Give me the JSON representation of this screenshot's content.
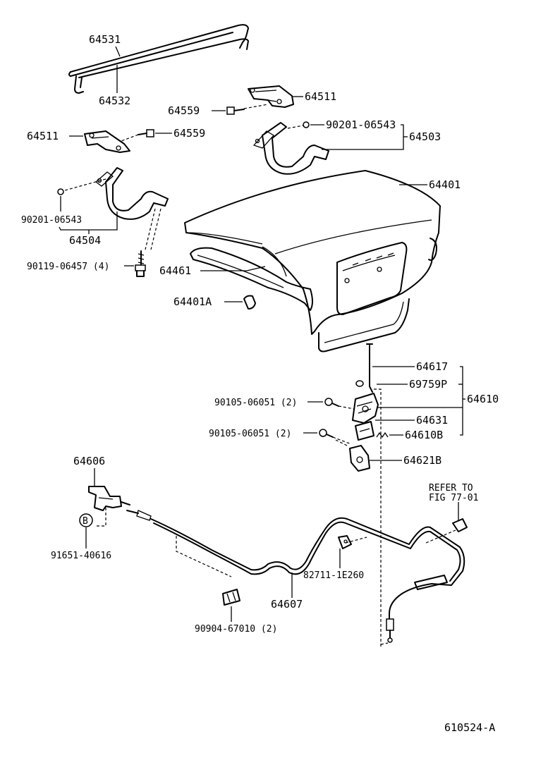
{
  "diagram": {
    "labels": {
      "p64531": "64531",
      "p64532": "64532",
      "p64511_right": "64511",
      "p64559_right": "64559",
      "p64511_left": "64511",
      "p64559_left": "64559",
      "p90201_right": "90201-06543",
      "p64503": "64503",
      "p64401": "64401",
      "p90201_left": "90201-06543",
      "p64504": "64504",
      "p90119": "90119-06457 (4)",
      "p64461": "64461",
      "p64401A": "64401A",
      "p64617": "64617",
      "p69759P": "69759P",
      "p64610": "64610",
      "p90105_top": "90105-06051 (2)",
      "p64631": "64631",
      "p90105_bottom": "90105-06051 (2)",
      "p64610B": "64610B",
      "p64621B": "64621B",
      "p64606": "64606",
      "refer_line1": "REFER TO",
      "refer_line2": "FIG 77-01",
      "p91651": "91651-40616",
      "p82711": "82711-1E260",
      "p64607": "64607",
      "p90904": "90904-67010 (2)",
      "circle_B": "B",
      "figure_id": "610524-A"
    }
  }
}
